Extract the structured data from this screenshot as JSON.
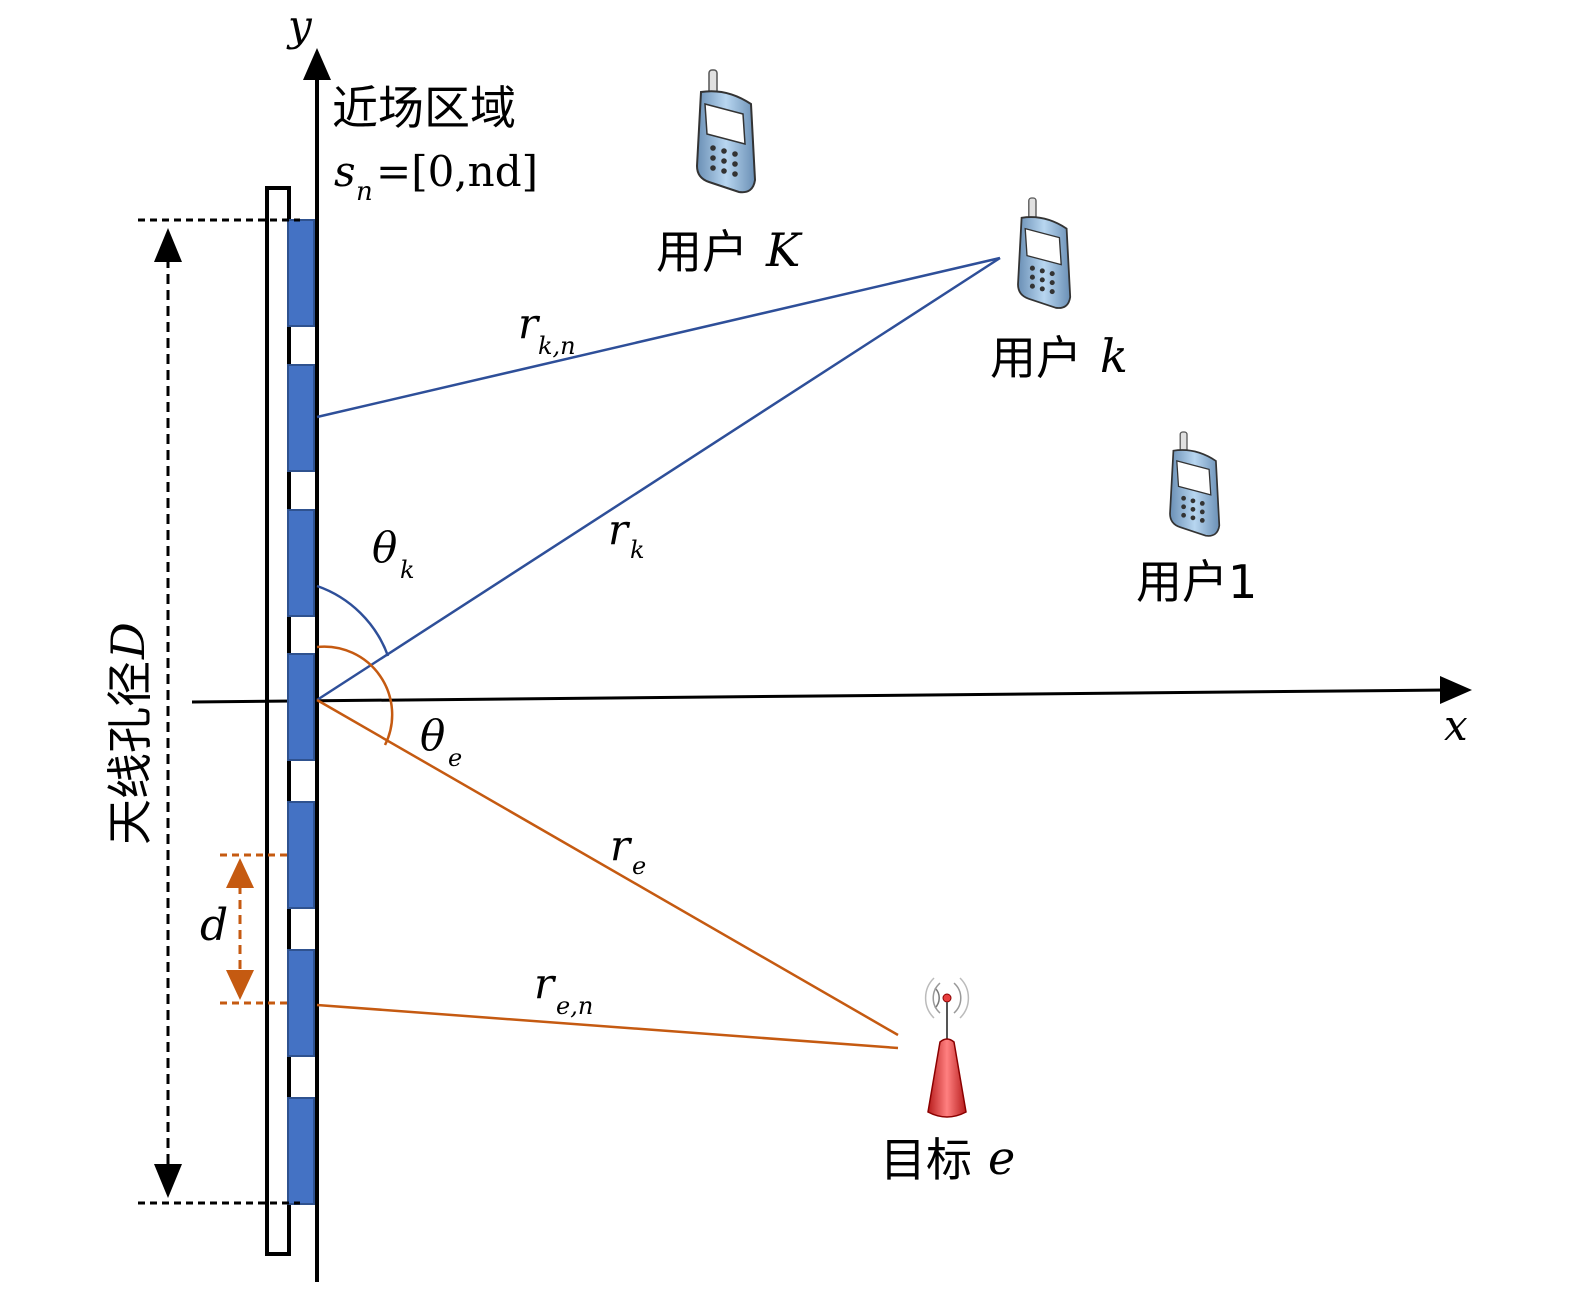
{
  "labels": {
    "region_title": "近场区域",
    "position_s": "s",
    "position_sub": "n",
    "position_expr": "=[0,nd]",
    "axis_y": "y",
    "axis_x": "x",
    "aperture": "天线孔径",
    "aperture_var": "D",
    "spacing": "d",
    "user_K_text": "用户",
    "user_K_var": "K",
    "user_k_text": "用户",
    "user_k_var": "k",
    "user_1_text": "用户1",
    "target_text": "目标",
    "target_var": "e",
    "r_kn": "r",
    "r_kn_sub": "k,n",
    "r_k": "r",
    "r_k_sub": "k",
    "theta_k": "θ",
    "theta_k_sub": "k",
    "theta_e": "θ",
    "theta_e_sub": "e",
    "r_e": "r",
    "r_e_sub": "e",
    "r_en": "r",
    "r_en_sub": "e,n"
  },
  "colors": {
    "user_lines": "#2E4F99",
    "target_lines": "#C55A11",
    "antenna_fill": "#4472C4",
    "antenna_stroke": "#2F528F",
    "axis": "#000000",
    "phone_body": "#9DC3E6",
    "target_red": "#E83E3E"
  },
  "icons": [
    "phone-icon",
    "phone-icon",
    "phone-icon",
    "target-antenna-icon"
  ]
}
